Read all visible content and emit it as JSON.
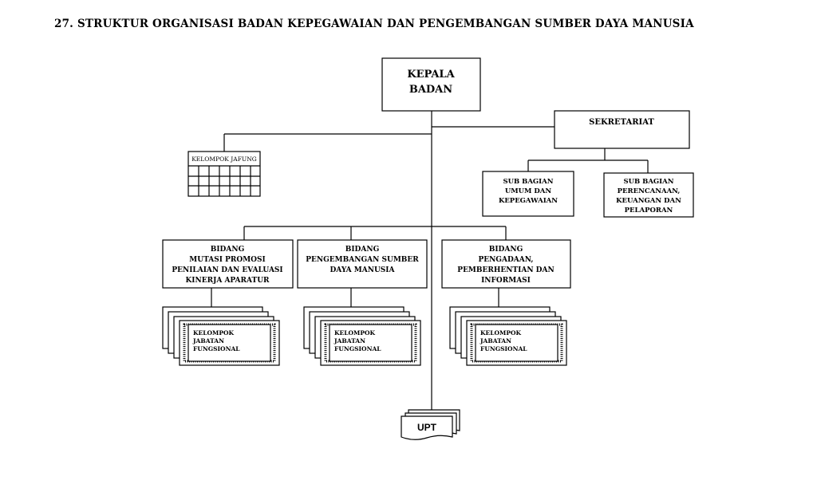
{
  "title": "27. STRUKTUR ORGANISASI BADAN KEPEGAWAIAN DAN PENGEMBANGAN SUMBER DAYA MANUSIA",
  "kepala": [
    "KEPALA",
    "BADAN"
  ],
  "sekretariat": "SEKRETARIAT",
  "jafung": "KELOMPOK JAFUNG",
  "sub_umum": [
    "SUB BAGIAN",
    "UMUM DAN",
    "KEPEGAWAIAN"
  ],
  "sub_perencanaan": [
    "SUB BAGIAN",
    "PERENCANAAN,",
    "KEUANGAN DAN",
    "PELAPORAN"
  ],
  "bidang_mutasi": [
    "BIDANG",
    "MUTASI PROMOSI",
    "PENILAIAN DAN EVALUASI",
    "KINERJA APARATUR"
  ],
  "bidang_pengembangan": [
    "BIDANG",
    "PENGEMBANGAN SUMBER",
    "DAYA MANUSIA"
  ],
  "bidang_pengadaan": [
    "BIDANG",
    "PENGADAAN,",
    "PEMBERHENTIAN DAN",
    "INFORMASI"
  ],
  "kelompok": [
    "KELOMPOK",
    "JABATAN",
    "FUNGSIONAL"
  ],
  "upt": "UPT"
}
